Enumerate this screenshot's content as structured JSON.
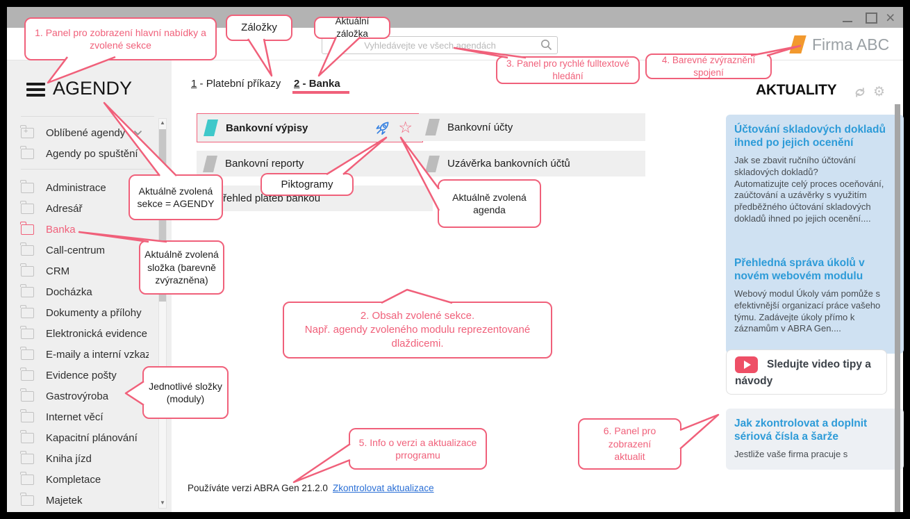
{
  "titlebar": {
    "minimize_icon": "minimize-bar",
    "maximize_icon": "maximize-square",
    "close_icon": "×"
  },
  "header": {
    "search": {
      "placeholder": "Vyhledávejte ve všech agendách",
      "icon": "magnifier"
    },
    "brand": {
      "name": "Firma ABC",
      "logo_icon": "orange-slash",
      "logo_color": "#F2992E"
    }
  },
  "sidebar": {
    "menu_icon": "hamburger",
    "section_title": "AGENDY",
    "pinned": [
      {
        "label": "Oblíbené agendy",
        "icon": "folder-plus",
        "chevron": "chevron-down"
      },
      {
        "label": "Agendy po spuštění",
        "icon": "folder"
      }
    ],
    "modules": [
      {
        "label": "Administrace"
      },
      {
        "label": "Adresář"
      },
      {
        "label": "Banka",
        "selected": true
      },
      {
        "label": "Call-centrum"
      },
      {
        "label": "CRM"
      },
      {
        "label": "Docházka"
      },
      {
        "label": "Dokumenty a přílohy"
      },
      {
        "label": "Elektronická evidence trž"
      },
      {
        "label": "E-maily a interní vzkazy"
      },
      {
        "label": "Evidence pošty"
      },
      {
        "label": "Gastrovýroba"
      },
      {
        "label": "Internet věcí"
      },
      {
        "label": "Kapacitní plánování"
      },
      {
        "label": "Kniha jízd"
      },
      {
        "label": "Kompletace"
      },
      {
        "label": "Majetek"
      }
    ],
    "selected_color": "#F0607A"
  },
  "tabs": {
    "sep": " - ",
    "items": [
      {
        "key": "1",
        "label": "Platební příkazy",
        "active": false
      },
      {
        "key": "2",
        "label": "Banka",
        "active": true
      }
    ]
  },
  "tiles": {
    "items": [
      {
        "label": "Bankovní výpisy",
        "selected": true,
        "icon": "parallelogram-teal",
        "pictograms": [
          "rocket",
          "star"
        ]
      },
      {
        "label": "Bankovní účty",
        "icon": "parallelogram-gray"
      },
      {
        "label": "Bankovní reporty",
        "icon": "parallelogram-gray"
      },
      {
        "label": "Uzávěrka bankovních účtů",
        "icon": "parallelogram-gray"
      },
      {
        "label": "Přehled plateb bankou",
        "icon": "none"
      }
    ]
  },
  "news": {
    "title": "AKTUALITY",
    "refresh_icon": "refresh-arrows",
    "settings_icon": "gear",
    "cards": [
      {
        "title": "Účtování skladových dokladů ihned po jejich ocenění",
        "body": "Jak se zbavit ručního účtování skladových dokladů?\nAutomatizujte celý proces oceňování, zaúčtování a uzávěrky s využitím předběžného účtování skladových dokladů ihned po jejich ocenění...."
      },
      {
        "title": "Přehledná správa úkolů v novém webovém modulu",
        "body": "Webový modul Úkoly vám pomůže s efektivnější organizací práce vašeho týmu. Zadávejte úkoly přímo k záznamům v ABRA Gen...."
      }
    ],
    "video_card": {
      "label": "Sledujte video tipy a návody",
      "icon": "youtube-play"
    },
    "last_card": {
      "title": "Jak zkontrolovat a doplnit sériová čísla a šarže",
      "body": "Jestliže vaše firma pracuje s"
    }
  },
  "statusbar": {
    "version_text": "Používáte verzi ABRA Gen 21.2.0",
    "update_link": "Zkontrolovat aktualizace"
  },
  "callouts": {
    "main_menu": {
      "text": "1. Panel pro zobrazení hlavní nabídky a\nzvolené sekce"
    },
    "tabs_label": {
      "text": "Záložky"
    },
    "active_tab": {
      "text": "Aktuální záložka"
    },
    "fulltext": {
      "text": "3. Panel pro rychlé fulltextové\nhledání"
    },
    "connection": {
      "text": "4. Barevné zvýraznění\nspojení"
    },
    "section": {
      "text": "Aktuálně zvolená\nsekce = AGENDY"
    },
    "folder": {
      "text": "Aktuálně zvolená\nsložka (barevně\nzvýrazněna)"
    },
    "modules": {
      "text": "Jednotlivé složky\n(moduly)"
    },
    "pictograms": {
      "text": "Piktogramy"
    },
    "agenda": {
      "text": "Aktuálně zvolená\nagenda"
    },
    "content": {
      "text": "2. Obsah zvolené sekce.\nNapř. agendy zvoleného modulu reprezentované dlaždicemi."
    },
    "version": {
      "text": "5. Info o verzi a aktualizace\nprrogramu"
    },
    "news_panel": {
      "text": "6. Panel pro zobrazení\naktualit"
    }
  },
  "colors": {
    "accent_pink": "#F0607A",
    "tile_teal": "#3FC8CA",
    "news_title_blue": "#2D9BD8",
    "card_blue_bg": "#CFE1F2",
    "link_blue": "#2A6FD6",
    "brand_orange": "#F2992E",
    "youtube_red": "#EE4F66",
    "titlebar_gray": "#B3B3B3"
  }
}
